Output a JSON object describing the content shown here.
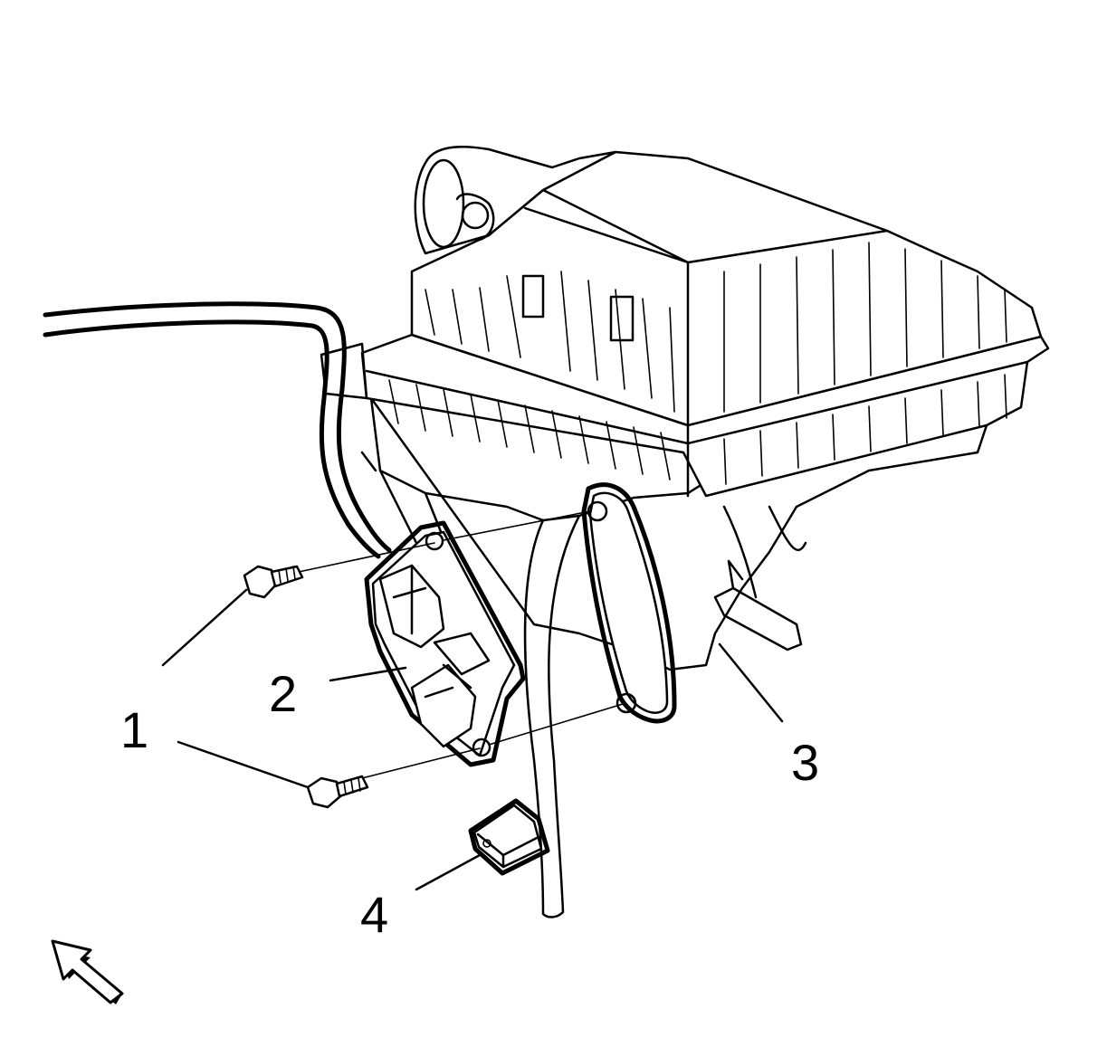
{
  "figure": {
    "callouts": [
      {
        "id": "1",
        "text": "1"
      },
      {
        "id": "2",
        "text": "2"
      },
      {
        "id": "3",
        "text": "3"
      },
      {
        "id": "4",
        "text": "4"
      }
    ],
    "icons": {
      "direction": "forward-direction-arrow-icon"
    }
  }
}
